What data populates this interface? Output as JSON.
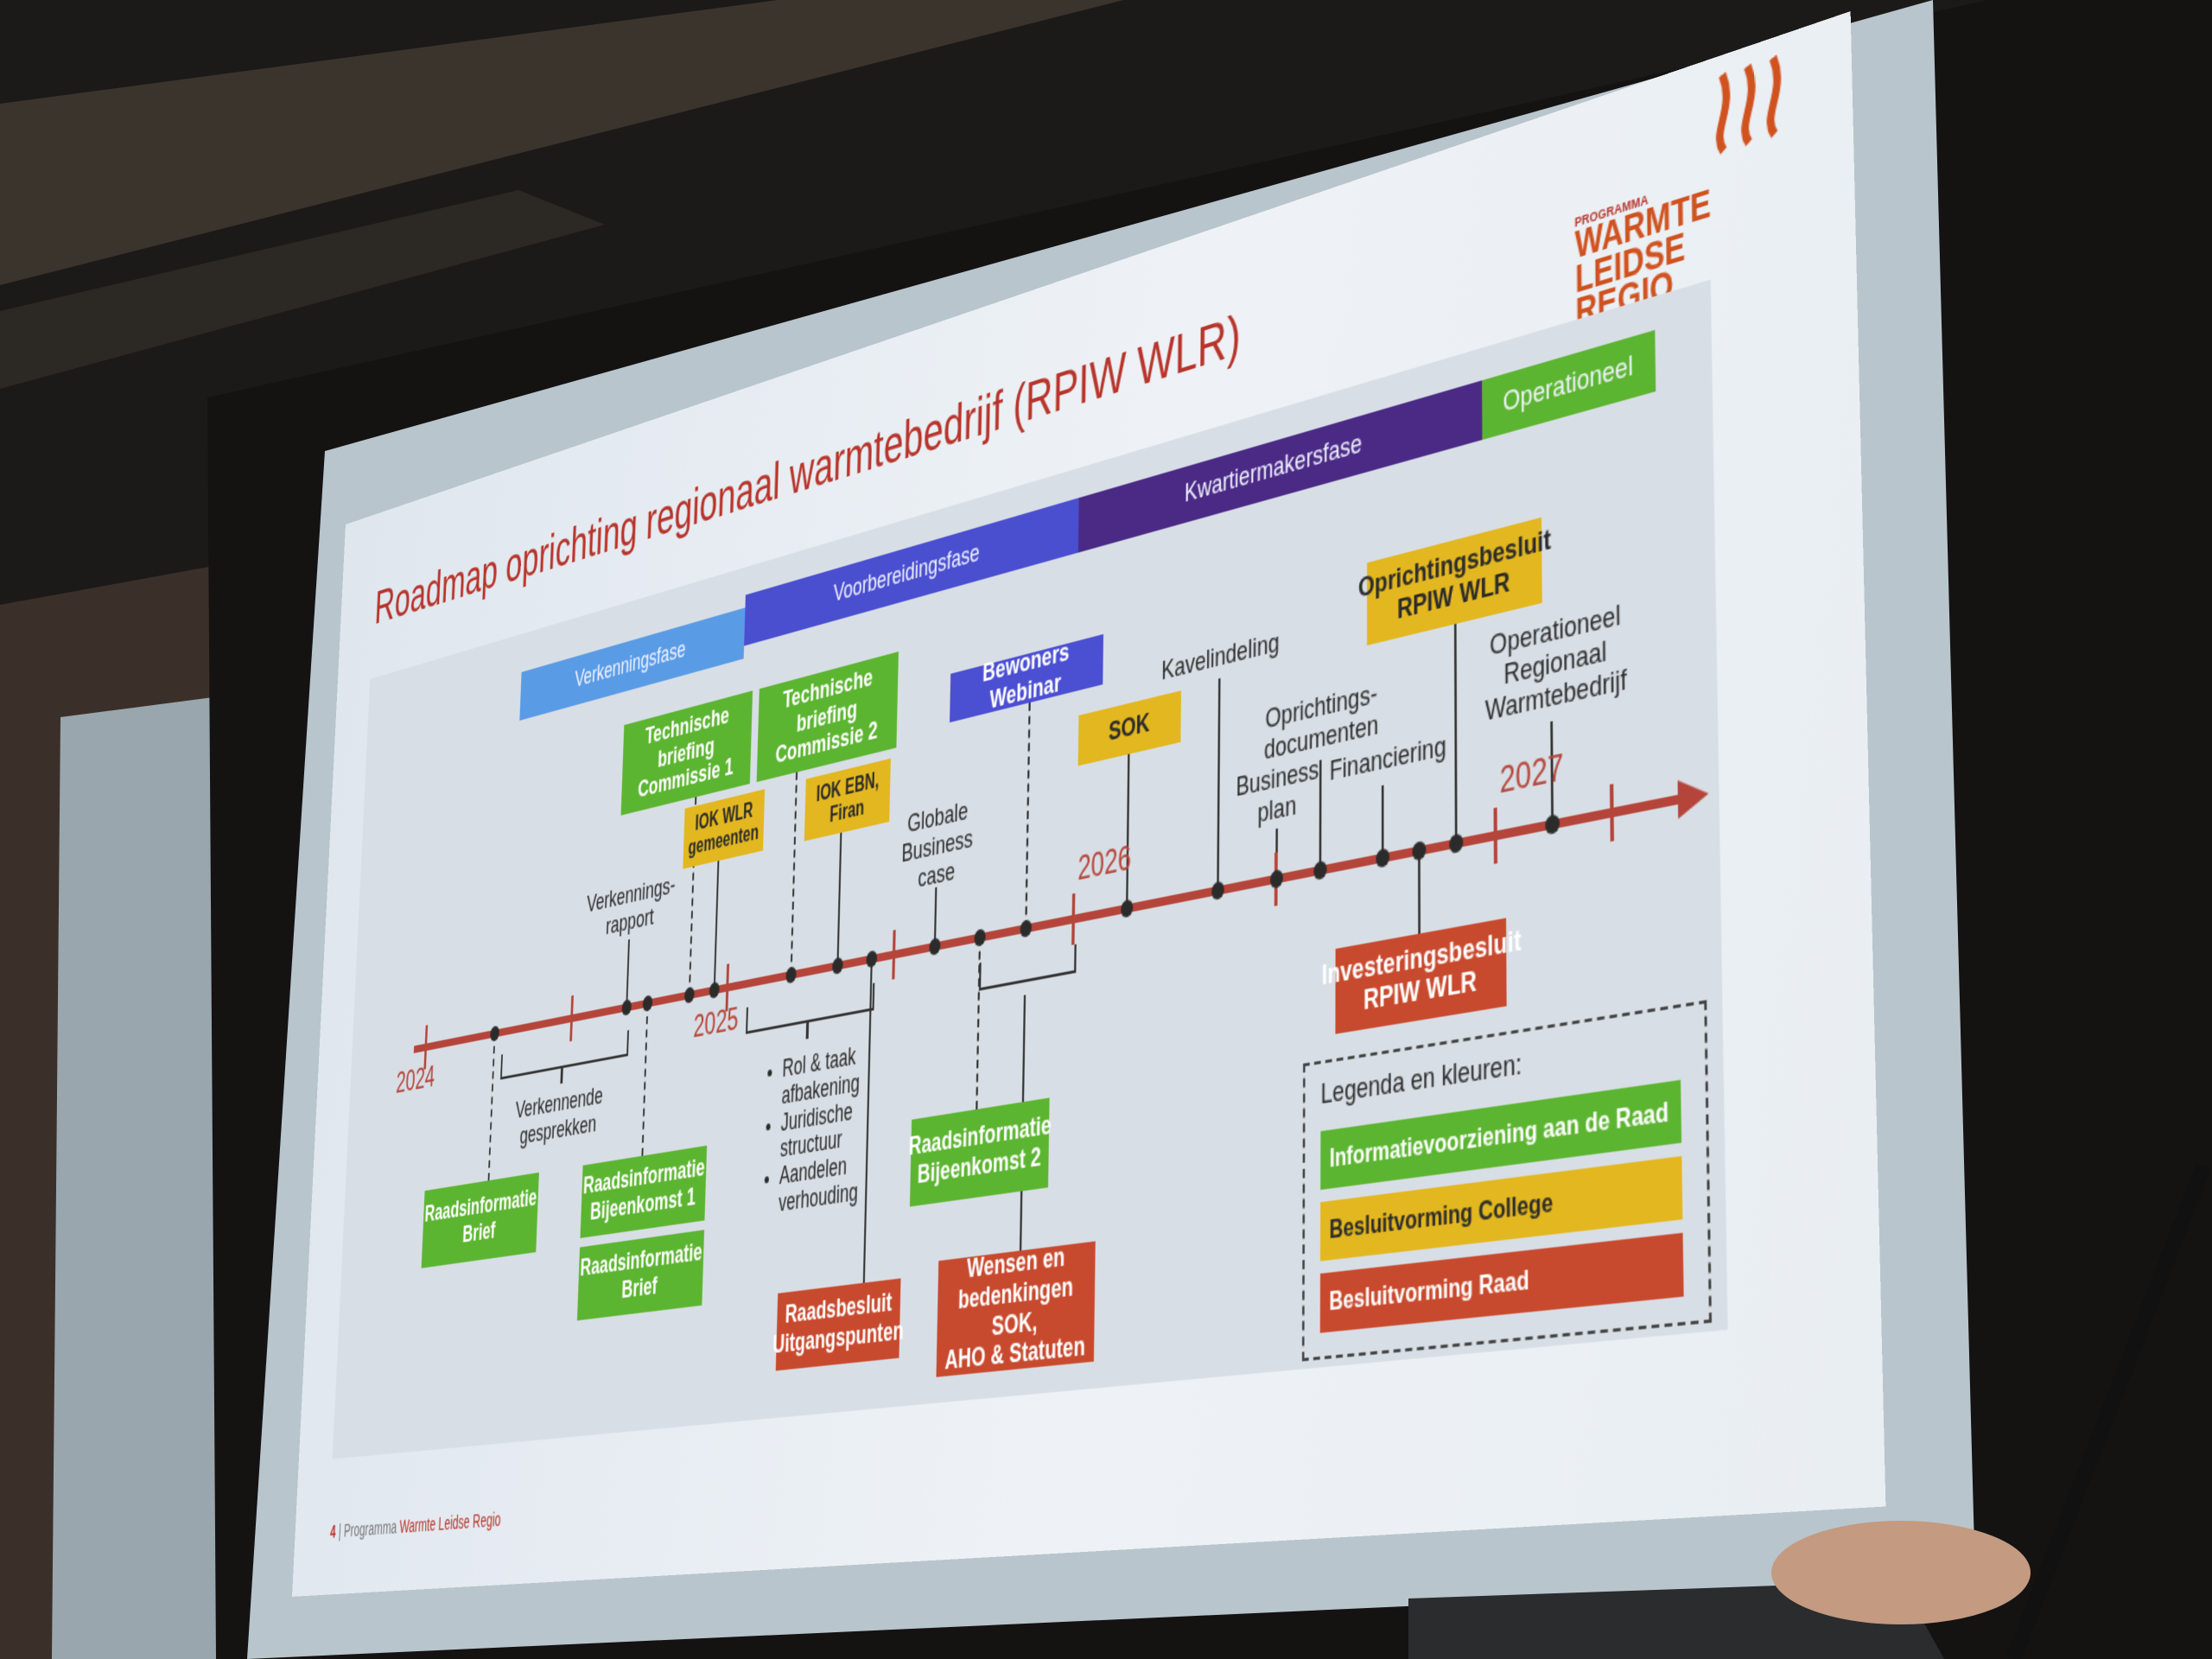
{
  "slide": {
    "title": "Roadmap oprichting regionaal warmtebedrijf (RPIW WLR)",
    "logo": {
      "small": "PROGRAMMA",
      "big": "WARMTE\nLEIDSE\nREGIO"
    },
    "footer": {
      "page": "4",
      "separator": "|",
      "program": "Programma",
      "brand": "Warmte Leidse Regio"
    }
  },
  "phases": [
    {
      "label": "Verkenningsfase",
      "color": "#5a9be6"
    },
    {
      "label": "Voorbereidingsfase",
      "color": "#4a4fd0"
    },
    {
      "label": "Kwartiermakersfase",
      "color": "#4b2a86"
    },
    {
      "label": "Operationeel",
      "color": "#5cb531"
    }
  ],
  "years": [
    "2024",
    "2025",
    "2026",
    "2027"
  ],
  "above": {
    "verkenningsrapport": "Verkennings-\nrapport",
    "tb1": "Technische\nbriefing\nCommissie 1",
    "iok_wlr": "IOK WLR\ngemeenten",
    "tb2": "Technische\nbriefing\nCommissie 2",
    "iok_ebn": "IOK EBN,\nFiran",
    "business_case": "Globale\nBusiness\ncase",
    "webinar": "Bewoners Webinar",
    "sok": "SOK",
    "kavelindeling": "Kavelindeling",
    "business_plan": "Business\nplan",
    "oprichtingsdocumenten": "Oprichtings-\ndocumenten",
    "financiering": "Financiering",
    "oprichtingsbesluit": "Oprichtingsbesluit\nRPIW WLR",
    "operationeel": "Operationeel\nRegionaal\nWarmtebedrijf"
  },
  "below": {
    "verkennende": "Verkennende\ngesprekken",
    "rib_brief1": "Raadsinformatie\nBrief",
    "rib_bijeenkomst1": "Raadsinformatie\nBijeenkomst 1",
    "rib_brief2": "Raadsinformatie\nBrief",
    "bullets": [
      "Rol & taak afbakening",
      "Juridische structuur",
      "Aandelen verhouding"
    ],
    "raadsbesluit": "Raadsbesluit\nUitgangspunten",
    "rib_bijeenkomst2": "Raadsinformatie\nBijeenkomst 2",
    "wensen": "Wensen en\nbedenkingen SOK,\nAHO & Statuten",
    "investeringsbesluit": "Investeringsbesluit\nRPIW WLR"
  },
  "legend": {
    "title": "Legenda en kleuren:",
    "items": [
      {
        "label": "Informatievoorziening aan de Raad",
        "color": "#5cb531"
      },
      {
        "label": "Besluitvorming College",
        "color": "#e3b71f"
      },
      {
        "label": "Besluitvorming Raad",
        "color": "#c84a2e"
      }
    ]
  }
}
